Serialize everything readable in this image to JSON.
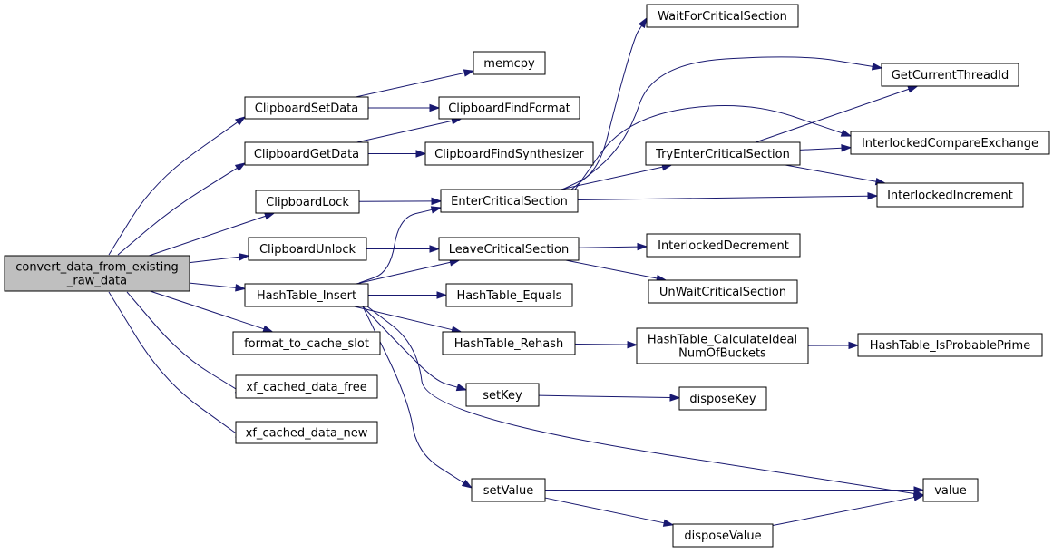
{
  "nodes": {
    "root": [
      "convert_data_from_existing",
      "_raw_data"
    ],
    "clipboard_set_data": "ClipboardSetData",
    "clipboard_get_data": "ClipboardGetData",
    "clipboard_lock": "ClipboardLock",
    "clipboard_unlock": "ClipboardUnlock",
    "hashtable_insert": "HashTable_Insert",
    "format_to_cache_slot": "format_to_cache_slot",
    "xf_cached_data_free": "xf_cached_data_free",
    "xf_cached_data_new": "xf_cached_data_new",
    "memcpy": "memcpy",
    "clipboard_find_format": "ClipboardFindFormat",
    "clipboard_find_synthesizer": "ClipboardFindSynthesizer",
    "enter_critical_section": "EnterCriticalSection",
    "leave_critical_section": "LeaveCriticalSection",
    "hashtable_equals": "HashTable_Equals",
    "hashtable_rehash": "HashTable_Rehash",
    "set_key": "setKey",
    "set_value": "setValue",
    "wait_for_critical_section": "WaitForCriticalSection",
    "try_enter_critical_section": "TryEnterCriticalSection",
    "interlocked_decrement": "InterlockedDecrement",
    "un_wait_critical_section": "UnWaitCriticalSection",
    "hashtable_calculate_ideal": [
      "HashTable_CalculateIdeal",
      "NumOfBuckets"
    ],
    "dispose_key": "disposeKey",
    "dispose_value": "disposeValue",
    "get_current_thread_id": "GetCurrentThreadId",
    "interlocked_compare_exchange": "InterlockedCompareExchange",
    "interlocked_increment": "InterlockedIncrement",
    "hashtable_is_probable_prime": "HashTable_IsProbablePrime",
    "value": "value"
  },
  "edges": [
    [
      "root",
      "clipboard_set_data"
    ],
    [
      "root",
      "clipboard_get_data"
    ],
    [
      "root",
      "clipboard_lock"
    ],
    [
      "root",
      "clipboard_unlock"
    ],
    [
      "root",
      "hashtable_insert"
    ],
    [
      "root",
      "format_to_cache_slot"
    ],
    [
      "root",
      "xf_cached_data_free"
    ],
    [
      "root",
      "xf_cached_data_new"
    ],
    [
      "clipboard_set_data",
      "memcpy"
    ],
    [
      "clipboard_set_data",
      "clipboard_find_format"
    ],
    [
      "clipboard_get_data",
      "clipboard_find_format"
    ],
    [
      "clipboard_get_data",
      "clipboard_find_synthesizer"
    ],
    [
      "clipboard_lock",
      "enter_critical_section"
    ],
    [
      "clipboard_unlock",
      "leave_critical_section"
    ],
    [
      "hashtable_insert",
      "enter_critical_section"
    ],
    [
      "hashtable_insert",
      "leave_critical_section"
    ],
    [
      "hashtable_insert",
      "hashtable_equals"
    ],
    [
      "hashtable_insert",
      "hashtable_rehash"
    ],
    [
      "hashtable_insert",
      "set_key"
    ],
    [
      "hashtable_insert",
      "value"
    ],
    [
      "hashtable_insert",
      "set_value"
    ],
    [
      "enter_critical_section",
      "wait_for_critical_section"
    ],
    [
      "enter_critical_section",
      "get_current_thread_id"
    ],
    [
      "enter_critical_section",
      "interlocked_compare_exchange"
    ],
    [
      "enter_critical_section",
      "try_enter_critical_section"
    ],
    [
      "enter_critical_section",
      "interlocked_increment"
    ],
    [
      "try_enter_critical_section",
      "get_current_thread_id"
    ],
    [
      "try_enter_critical_section",
      "interlocked_compare_exchange"
    ],
    [
      "try_enter_critical_section",
      "interlocked_increment"
    ],
    [
      "leave_critical_section",
      "interlocked_decrement"
    ],
    [
      "leave_critical_section",
      "un_wait_critical_section"
    ],
    [
      "hashtable_rehash",
      "hashtable_calculate_ideal"
    ],
    [
      "hashtable_calculate_ideal",
      "hashtable_is_probable_prime"
    ],
    [
      "set_key",
      "dispose_key"
    ],
    [
      "set_value",
      "value"
    ],
    [
      "set_value",
      "dispose_value"
    ],
    [
      "dispose_value",
      "value"
    ]
  ],
  "colors": {
    "edge": "#191970",
    "root_fill": "#bfbfbf",
    "node_fill": "#ffffff",
    "border": "#000000"
  }
}
